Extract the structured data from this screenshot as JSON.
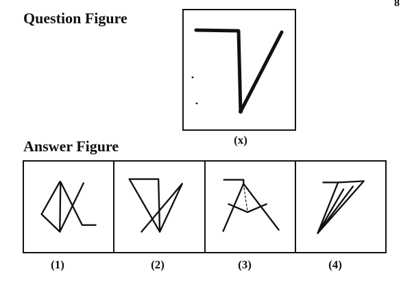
{
  "headings": {
    "question": "Question Figure",
    "answer": "Answer Figure"
  },
  "corner_mark": "8",
  "question_figure": {
    "label": "(x)"
  },
  "answer_figures": [
    {
      "label": "(1)"
    },
    {
      "label": "(2)"
    },
    {
      "label": "(3)"
    },
    {
      "label": "(4)"
    }
  ],
  "colors": {
    "ink": "#111111",
    "background": "#ffffff"
  }
}
